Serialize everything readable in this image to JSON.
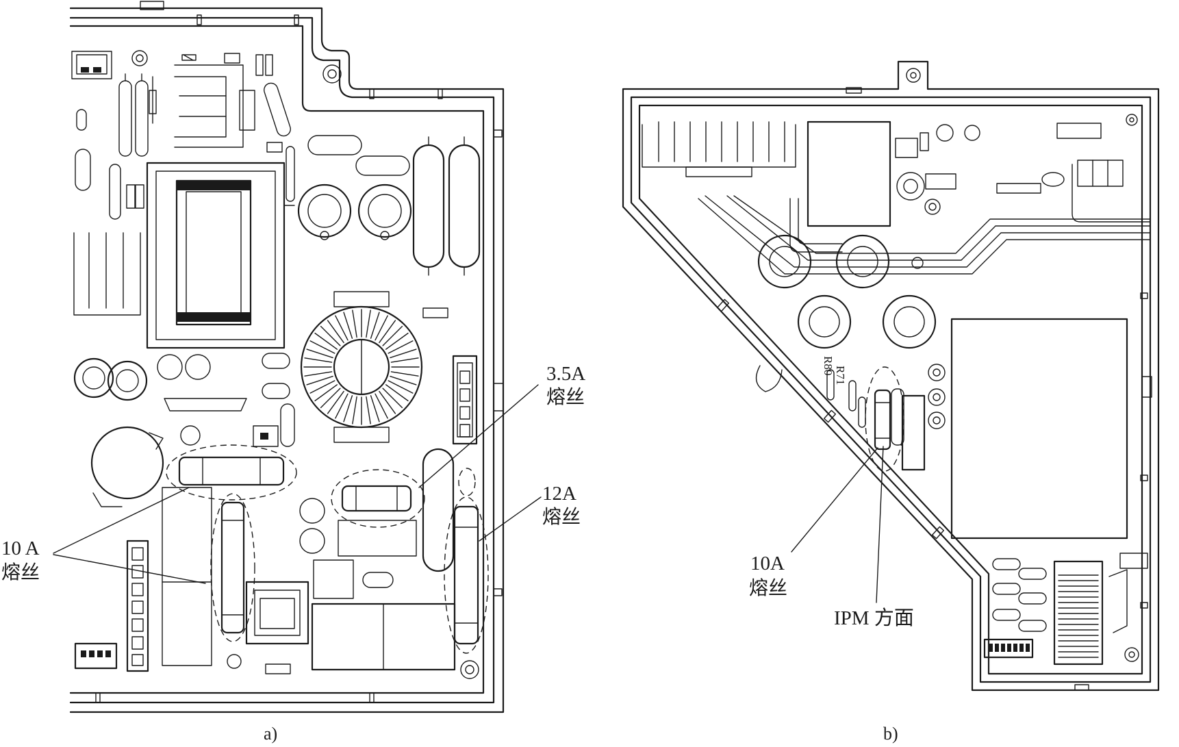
{
  "panel_a": {
    "caption": "a)",
    "labels": {
      "fuse_3_5a": "3.5A",
      "fuse_3_5a_cn": "熔丝",
      "fuse_12a": "12A",
      "fuse_12a_cn": "熔丝",
      "fuse_10a": "10 A",
      "fuse_10a_cn": "熔丝"
    }
  },
  "panel_b": {
    "caption": "b)",
    "labels": {
      "fuse_10a": "10A",
      "fuse_10a_cn": "熔丝",
      "ipm_side": "IPM 方面",
      "r71": "R71",
      "r80": "R80"
    }
  }
}
